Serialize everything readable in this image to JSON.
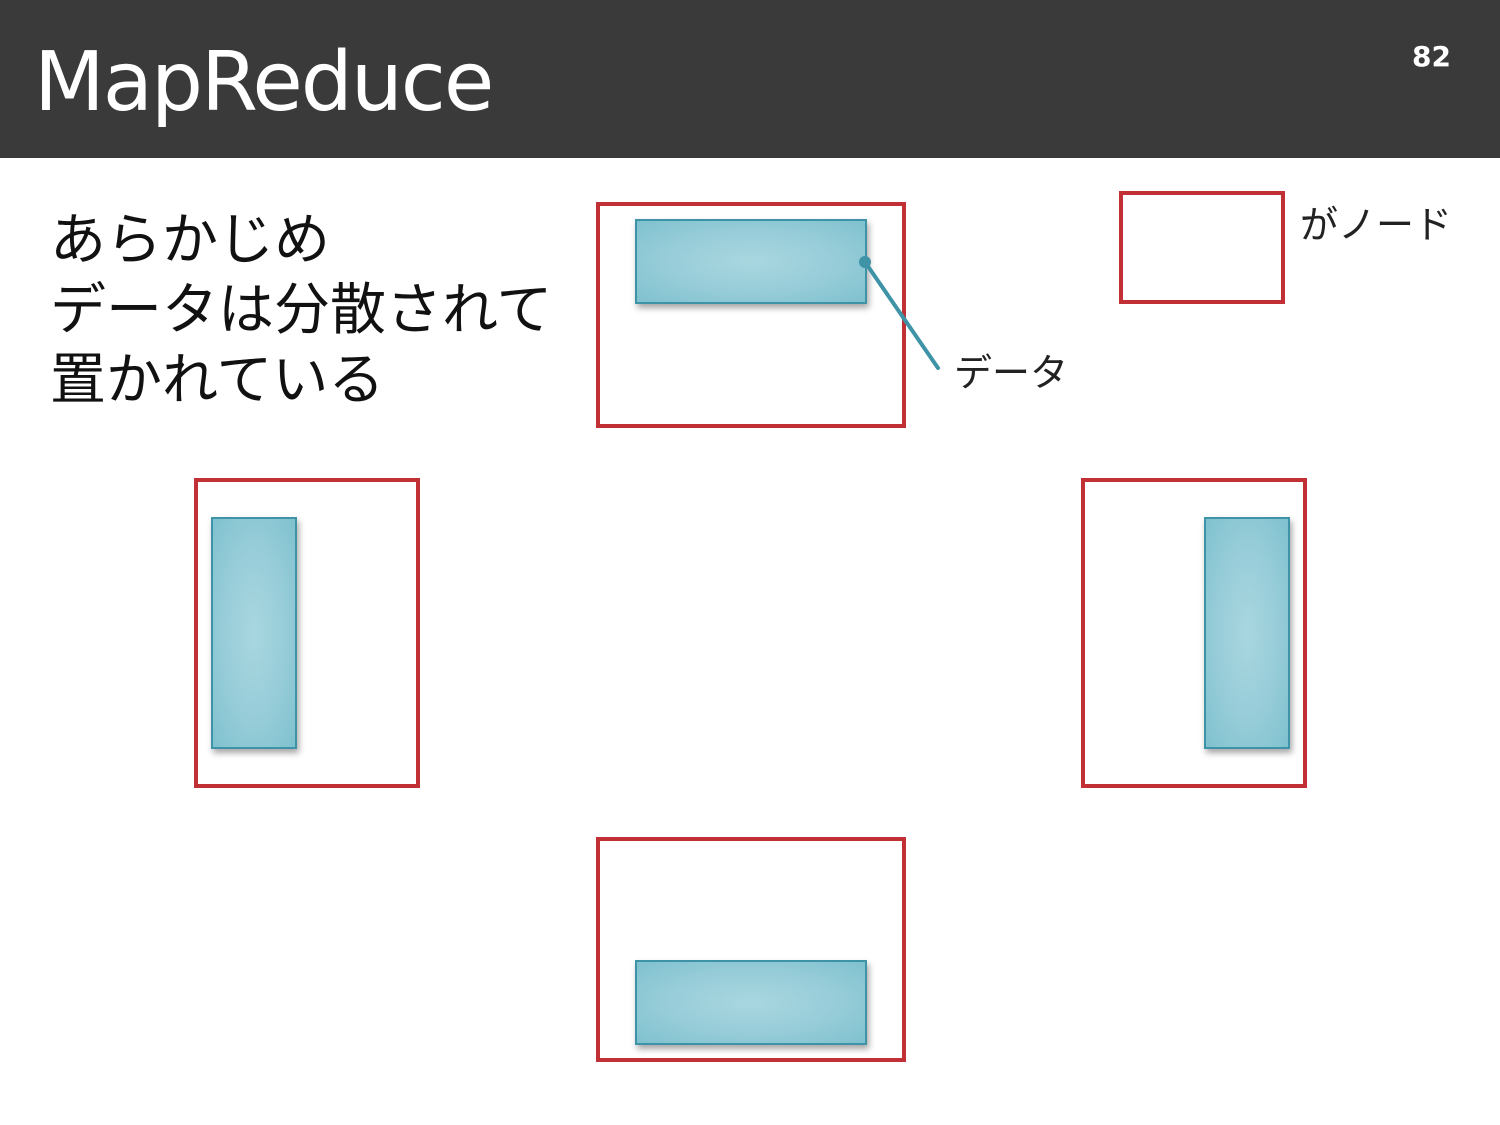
{
  "slide": {
    "title": "MapReduce",
    "page_number": "82",
    "body_lines": [
      "あらかじめ",
      "データは分散されて",
      "置かれている"
    ]
  },
  "legend": {
    "label": "がノード"
  },
  "callout": {
    "label": "データ"
  },
  "colors": {
    "header_bg": "#3a3a3a",
    "node_border": "#c03035",
    "data_fill": "#96ccd8",
    "data_border": "#3f93a6"
  }
}
